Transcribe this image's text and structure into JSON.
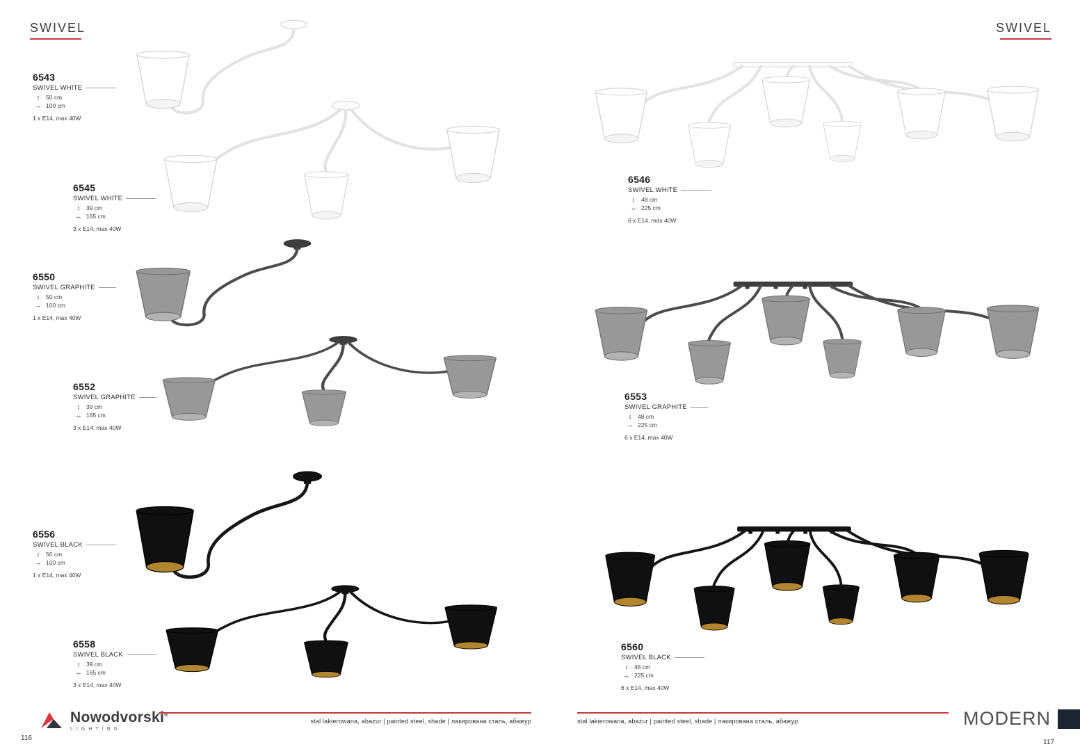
{
  "meta": {
    "accent_red": "#c0393f",
    "category_color": "#1c2531",
    "height_icon": "↕",
    "width_icon": "↔",
    "lamp_colors": {
      "white": "#ffffff",
      "graphite": "#989898",
      "black": "#101010",
      "black_inner_gold": "#b2852f"
    }
  },
  "headers": {
    "left": "SWIVEL",
    "right": "SWIVEL"
  },
  "products": {
    "left": [
      {
        "code": "6543",
        "name": "SWIVEL WHITE",
        "height": "50 cm",
        "width": "100 cm",
        "bulb": "1 x E14, max 40W"
      },
      {
        "code": "6545",
        "name": "SWIVEL WHITE",
        "height": "39 cm",
        "width": "165 cm",
        "bulb": "3 x E14, max 40W"
      },
      {
        "code": "6550",
        "name": "SWIVEL GRAPHITE",
        "height": "50 cm",
        "width": "100 cm",
        "bulb": "1 x E14, max 40W"
      },
      {
        "code": "6552",
        "name": "SWIVEL GRAPHITE",
        "height": "39 cm",
        "width": "165 cm",
        "bulb": "3 x E14, max 40W"
      },
      {
        "code": "6556",
        "name": "SWIVEL BLACK",
        "height": "50 cm",
        "width": "100 cm",
        "bulb": "1 x E14, max 40W"
      },
      {
        "code": "6558",
        "name": "SWIVEL BLACK",
        "height": "39 cm",
        "width": "165 cm",
        "bulb": "3 x E14, max 40W"
      }
    ],
    "right": [
      {
        "code": "6546",
        "name": "SWIVEL WHITE",
        "height": "48 cm",
        "width": "225 cm",
        "bulb": "6 x E14, max 40W"
      },
      {
        "code": "6553",
        "name": "SWIVEL GRAPHITE",
        "height": "48 cm",
        "width": "225 cm",
        "bulb": "6 x E14, max 40W"
      },
      {
        "code": "6560",
        "name": "SWIVEL BLACK",
        "height": "48 cm",
        "width": "225 cm",
        "bulb": "6 x E14, max 40W"
      }
    ]
  },
  "footer": {
    "brand_name": "Nowodvorski",
    "brand_reg": "®",
    "brand_sub": "LIGHTING",
    "materials_left": "stal lakierowana, abażur  |  painted steel, shade  |  лакирована сталь, абажур",
    "materials_right": "stal lakierowana, abażur  |  painted steel, shade  |  лакирована сталь, абажур",
    "category": "MODERN",
    "page_left": "116",
    "page_right": "117"
  }
}
